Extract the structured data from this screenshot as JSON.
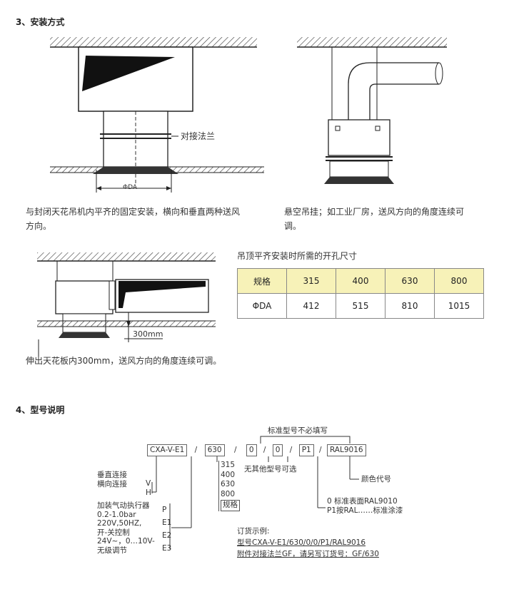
{
  "sec3": {
    "title": "3、安装方式",
    "flange_label": "对接法兰",
    "phi_label": "ΦDA",
    "desc1": "与封闭天花吊机内平齐的固定安装，横向和垂直两种送风方向。",
    "desc2": "悬空吊挂；如工业厂房，送风方向的角度连续可调。",
    "dim_300": "300mm",
    "desc3": "伸出天花板内300mm，送风方向的角度连续可调。"
  },
  "table": {
    "caption": "吊顶平齐安装时所需的开孔尺寸",
    "header": [
      "规格",
      "315",
      "400",
      "630",
      "800"
    ],
    "row": [
      "ΦDA",
      "412",
      "515",
      "810",
      "1015"
    ]
  },
  "sec4": {
    "title": "4、型号说明",
    "standard_note": "标准型号不必填写",
    "code_parts": [
      "CXA-V-E1",
      "/",
      "630",
      "/",
      "0",
      "/",
      "0",
      "/",
      "P1",
      "/",
      "RAL9016"
    ],
    "other_optional": "无其他型号可选",
    "sizes": [
      "315",
      "400",
      "630",
      "800"
    ],
    "size_label": "规格",
    "color_code": "颜色代号",
    "surface_1": "0 标准表面RAL9010",
    "surface_2": "P1按RAL……标准涂漆",
    "vert_conn": "垂直连接",
    "horz_conn": "横向连接",
    "v_letter": "V",
    "h_letter": "H",
    "actuator_lines": [
      "加装气动执行器",
      "0.2-1.0bar",
      "220V,50HZ,",
      "开-关控制",
      "24V~，0…10V-",
      "无级调节"
    ],
    "actuator_codes": [
      "P",
      "E1",
      "E2",
      "E3"
    ],
    "order_title": "订货示例:",
    "order_model": "型号CXA-V-E1/630/0/0/P1/RAL9016",
    "order_flange": "附件对接法兰GF，请另写订货号：GF/630"
  },
  "colors": {
    "table_header": "#f7f2b8",
    "line": "#222222"
  }
}
